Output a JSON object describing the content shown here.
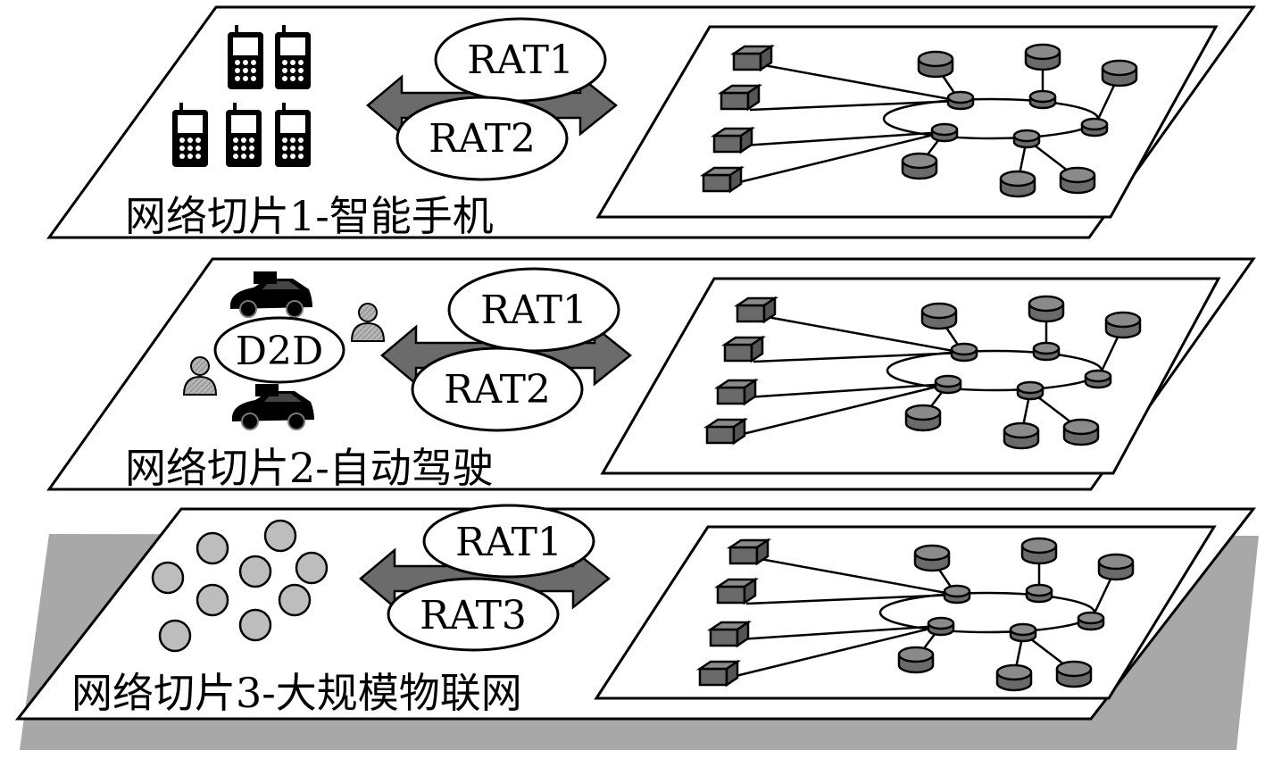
{
  "slices": [
    {
      "label": "网络切片1-智能手机",
      "rat_top": "RAT1",
      "rat_bottom": "RAT2",
      "devices": "smartphones"
    },
    {
      "label": "网络切片2-自动驾驶",
      "rat_top": "RAT1",
      "rat_bottom": "RAT2",
      "devices": "vehicles-and-pedestrians",
      "d2d_label": "D2D"
    },
    {
      "label": "网络切片3-大规模物联网",
      "rat_top": "RAT1",
      "rat_bottom": "RAT3",
      "devices": "iot-sensors"
    }
  ],
  "colors": {
    "outline": "#000000",
    "arrow_fill": "#6b6b6b",
    "device_fill": "#6a6a6a",
    "iot_fill": "#bdbdbd",
    "shadow": "#a8a8a8"
  },
  "icons": [
    "smartphone-icon",
    "car-icon",
    "pedestrian-icon",
    "iot-node-icon",
    "router-icon",
    "server-icon",
    "database-icon"
  ]
}
